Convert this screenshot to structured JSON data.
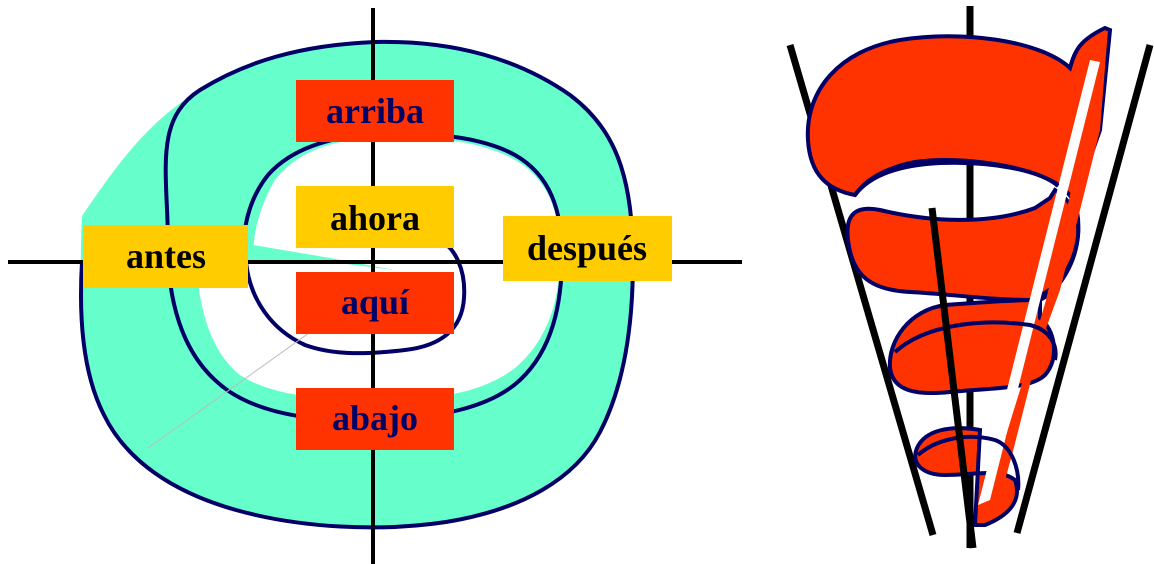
{
  "colors": {
    "spiral_fill": "#66FFCC",
    "spiral_outline": "#000066",
    "axis": "#000000",
    "red_box": "#FF3300",
    "yellow_box": "#FFCC00",
    "red_box_text": "#000066",
    "yellow_box_text": "#000000",
    "cone_ribbon": "#FF3300"
  },
  "labels": {
    "arriba": "arriba",
    "ahora": "ahora",
    "antes": "antes",
    "despues": "después",
    "aqui": "aquí",
    "abajo": "abajo"
  }
}
